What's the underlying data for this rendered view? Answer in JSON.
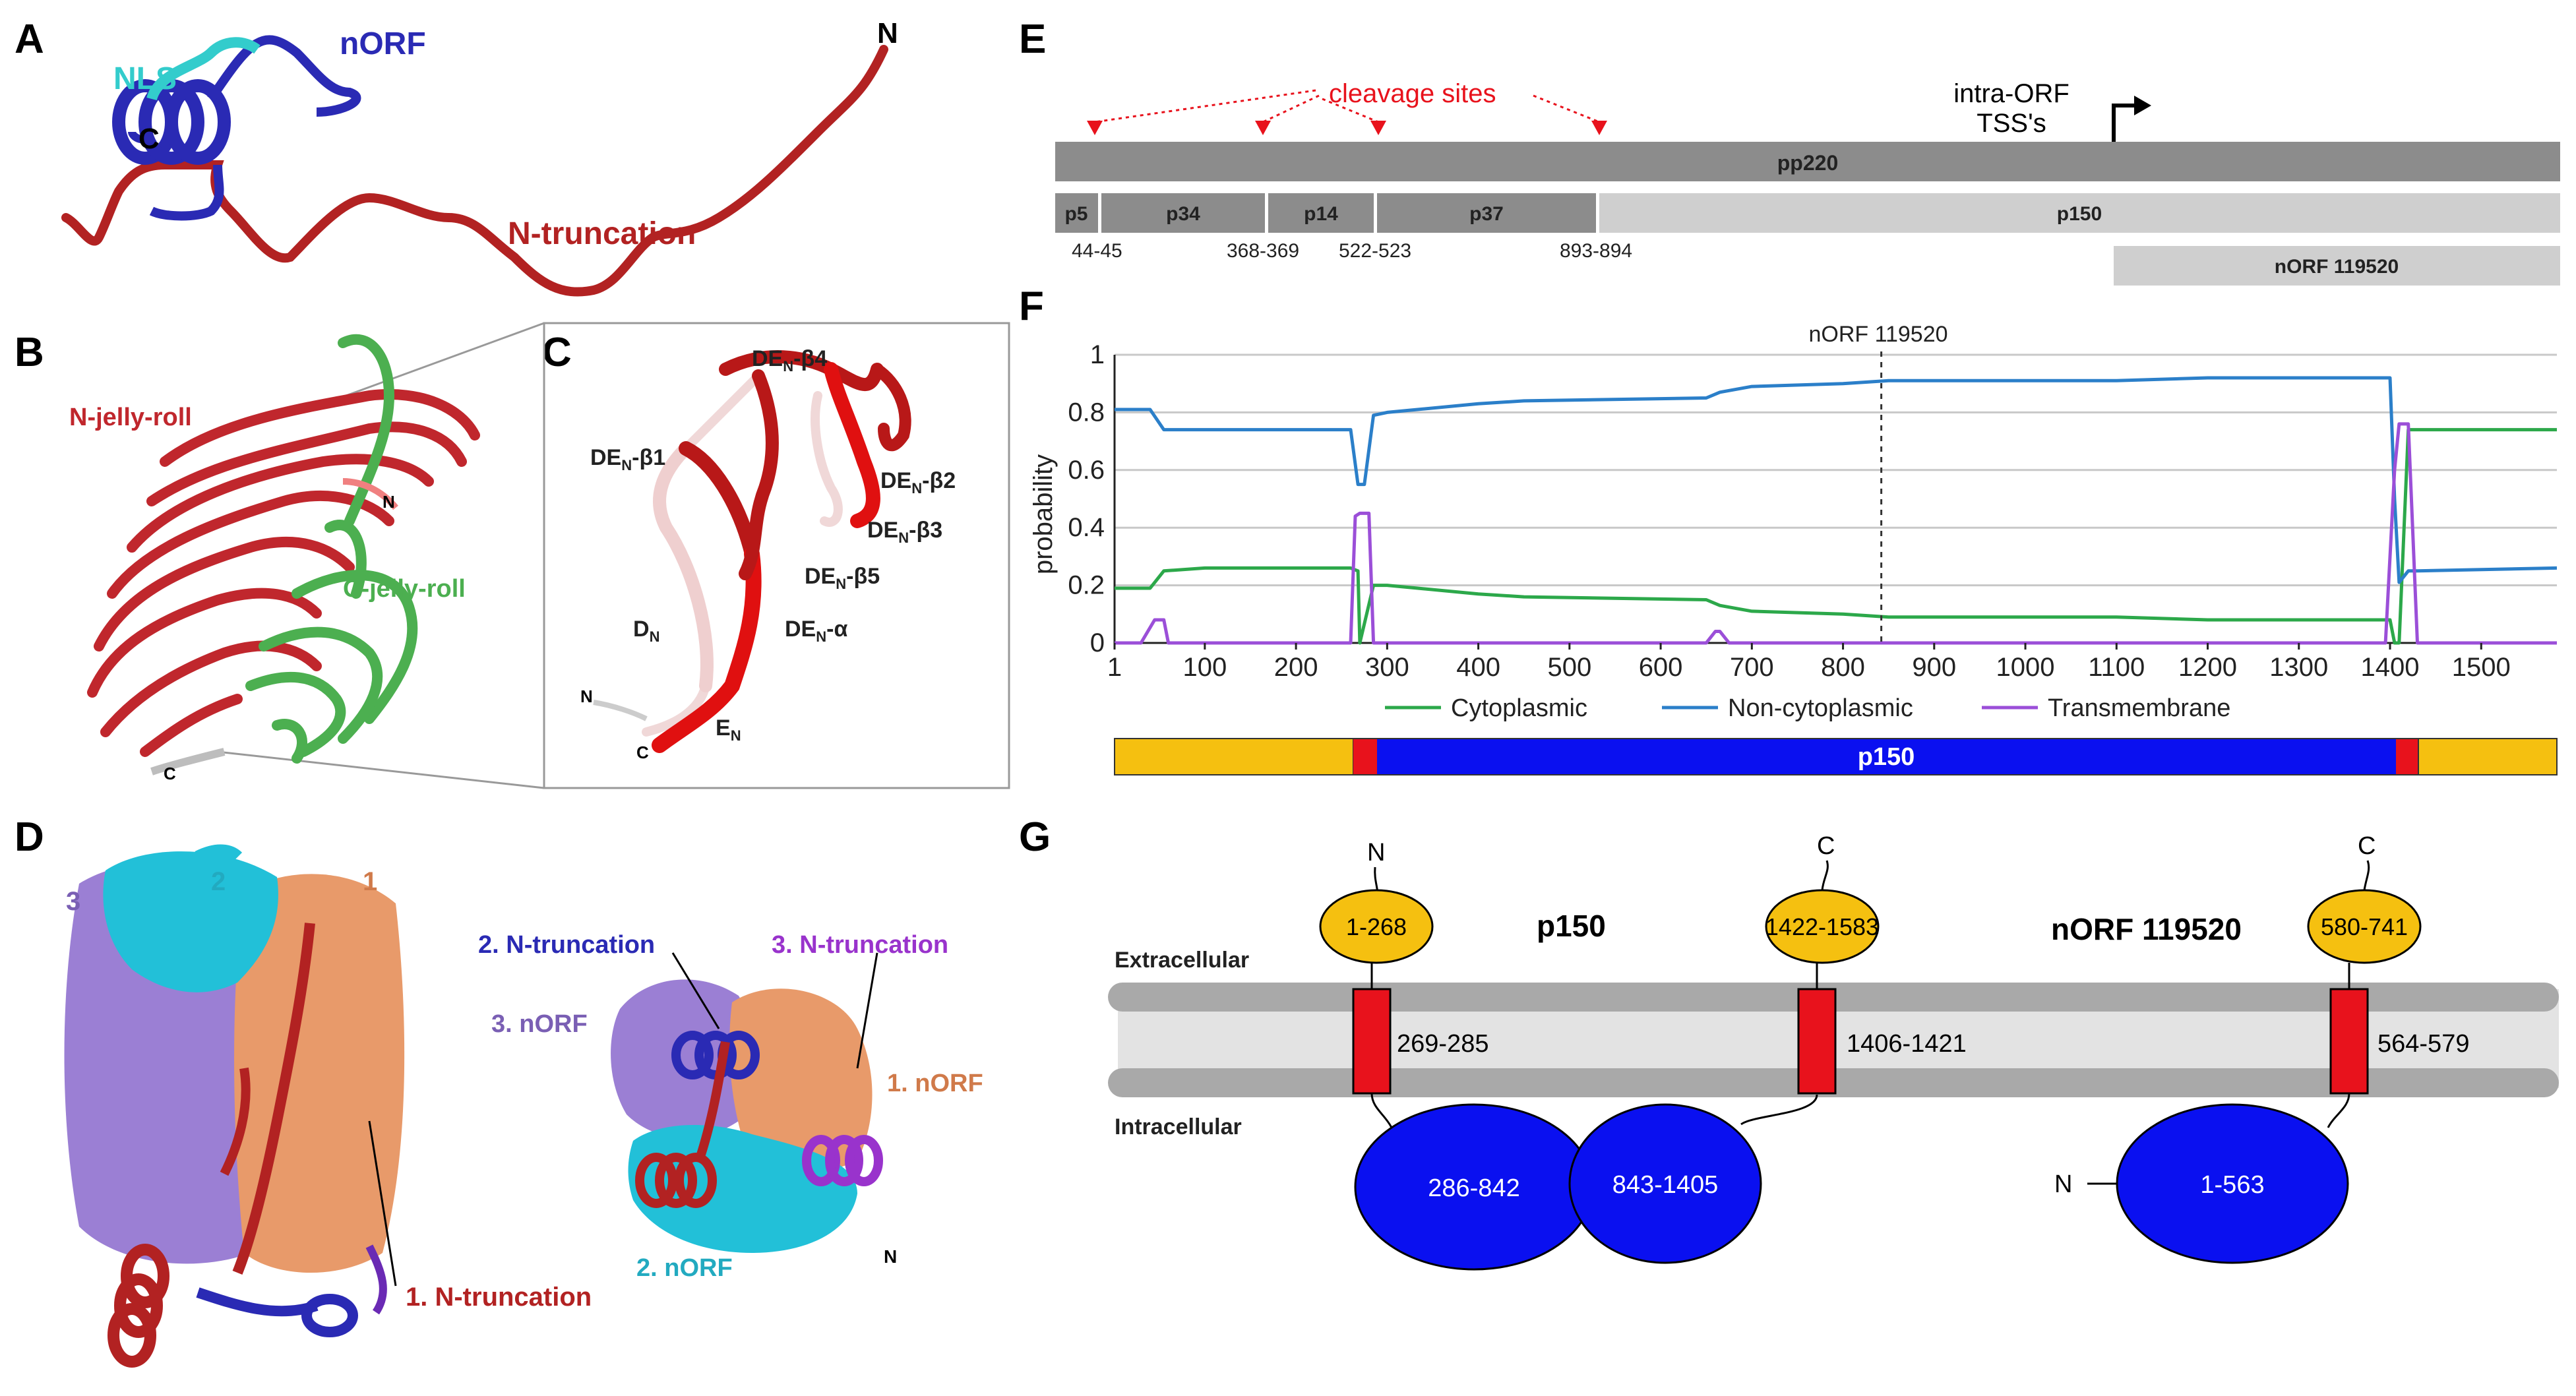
{
  "panel_letters": [
    "A",
    "B",
    "C",
    "D",
    "E",
    "F",
    "G"
  ],
  "panel_a": {
    "labels": {
      "nls": "NLS",
      "norf": "nORF",
      "n": "N",
      "c": "C",
      "ntrunc": "N-truncation"
    },
    "colors": {
      "nls": "#33cccc",
      "norf": "#2a2ab4",
      "trunc": "#b22222"
    }
  },
  "panel_b": {
    "labels": {
      "n_jelly": "N-jelly-roll",
      "c_jelly": "C-jelly-roll",
      "n": "N",
      "c": "C"
    },
    "colors": {
      "red": "#c0272d",
      "green": "#4caf50"
    }
  },
  "panel_c": {
    "labels": {
      "b4": "DE",
      "b4s": "N",
      "b4t": "-β4",
      "b1": "DE",
      "b1s": "N",
      "b1t": "-β1",
      "b2": "DE",
      "b2s": "N",
      "b2t": "-β2",
      "b3": "DE",
      "b3s": "N",
      "b3t": "-β3",
      "b5": "DE",
      "b5s": "N",
      "b5t": "-β5",
      "alpha": "DE",
      "alphas": "N",
      "alphat": "-α",
      "d": "D",
      "ds": "N",
      "e": "E",
      "es": "N",
      "n": "N",
      "c": "C"
    }
  },
  "panel_d": {
    "labels": {
      "n1": "1",
      "n2": "2",
      "n3": "3",
      "tr2": "2. N-truncation",
      "tr3": "3. N-truncation",
      "norf3": "3. nORF",
      "norf1": "1. nORF",
      "tr1": "1. N-truncation",
      "norf2": "2. nORF",
      "n": "N"
    },
    "colors": {
      "purple": "#9b7fd4",
      "cyan": "#22c0d8",
      "orange": "#e89a6a",
      "blue": "#2a2ab4",
      "red": "#b22222",
      "violet": "#9933cc"
    }
  },
  "panel_e": {
    "cleavage_label": "cleavage sites",
    "tss_label_1": "intra-ORF",
    "tss_label_2": "TSS's",
    "pp220": "pp220",
    "segments": [
      {
        "name": "p5",
        "fill": "#8c8c8c"
      },
      {
        "name": "p34",
        "fill": "#8c8c8c"
      },
      {
        "name": "p14",
        "fill": "#8c8c8c"
      },
      {
        "name": "p37",
        "fill": "#8c8c8c"
      },
      {
        "name": "p150",
        "fill": "#cfcfcf"
      }
    ],
    "sites": [
      "44-45",
      "368-369",
      "522-523",
      "893-894"
    ],
    "norf": "nORF 119520"
  },
  "chart_data": {
    "type": "line",
    "ylabel": "probability",
    "xlabel": "",
    "xlim": [
      1,
      1583
    ],
    "ylim": [
      0,
      1
    ],
    "x_ticks": [
      "1",
      "100",
      "200",
      "300",
      "400",
      "500",
      "600",
      "700",
      "800",
      "900",
      "1000",
      "1100",
      "1200",
      "1300",
      "1400",
      "1500"
    ],
    "y_ticks": [
      "0",
      "0.2",
      "0.4",
      "0.6",
      "0.8",
      "1"
    ],
    "annotation": "nORF 119520",
    "annotation_x": 842,
    "series": [
      {
        "name": "Cytoplasmic",
        "color": "#2ca84a",
        "x": [
          1,
          40,
          55,
          100,
          260,
          268,
          270,
          285,
          300,
          400,
          450,
          650,
          665,
          700,
          800,
          850,
          1100,
          1200,
          1400,
          1405,
          1410,
          1420,
          1430,
          1583
        ],
        "y": [
          0.19,
          0.19,
          0.25,
          0.26,
          0.26,
          0.25,
          0.0,
          0.2,
          0.2,
          0.17,
          0.16,
          0.15,
          0.13,
          0.11,
          0.1,
          0.09,
          0.09,
          0.08,
          0.08,
          0.0,
          0.0,
          0.74,
          0.74,
          0.74
        ]
      },
      {
        "name": "Non-cytoplasmic",
        "color": "#2b7fc9",
        "x": [
          1,
          40,
          55,
          100,
          260,
          268,
          275,
          285,
          300,
          400,
          450,
          650,
          665,
          700,
          800,
          850,
          1100,
          1200,
          1400,
          1405,
          1410,
          1420,
          1430,
          1583
        ],
        "y": [
          0.81,
          0.81,
          0.74,
          0.74,
          0.74,
          0.55,
          0.55,
          0.79,
          0.8,
          0.83,
          0.84,
          0.85,
          0.87,
          0.89,
          0.9,
          0.91,
          0.91,
          0.92,
          0.92,
          0.5,
          0.21,
          0.25,
          0.25,
          0.26
        ]
      },
      {
        "name": "Transmembrane",
        "color": "#9b4fd8",
        "x": [
          1,
          30,
          45,
          55,
          60,
          260,
          265,
          270,
          280,
          285,
          300,
          650,
          660,
          665,
          675,
          1395,
          1405,
          1410,
          1420,
          1430,
          1583
        ],
        "y": [
          0.0,
          0.0,
          0.08,
          0.08,
          0.0,
          0.0,
          0.44,
          0.45,
          0.45,
          0.0,
          0.0,
          0.0,
          0.04,
          0.04,
          0.0,
          0.0,
          0.6,
          0.76,
          0.76,
          0.0,
          0.0
        ]
      }
    ]
  },
  "panel_f_bar": {
    "label": "p150",
    "colors": {
      "yellow": "#f5c010",
      "red": "#e8121c",
      "blue": "#0a10f0"
    }
  },
  "panel_g": {
    "extracellular": "Extracellular",
    "intracellular": "Intracellular",
    "p150": "p150",
    "norf": "nORF 119520",
    "n": "N",
    "c": "C",
    "d1": "1-268",
    "tm1": "269-285",
    "cy1": "286-842",
    "cy2": "843-1405",
    "tm2": "1406-1421",
    "d2": "1422-1583",
    "d3": "580-741",
    "tm3": "564-579",
    "cy3": "1-563",
    "colors": {
      "yellow": "#f5c010",
      "blue": "#0a10f0",
      "red": "#e8121c",
      "membrane": "#a9a9a9",
      "mem_inner": "#e3e3e3"
    }
  }
}
